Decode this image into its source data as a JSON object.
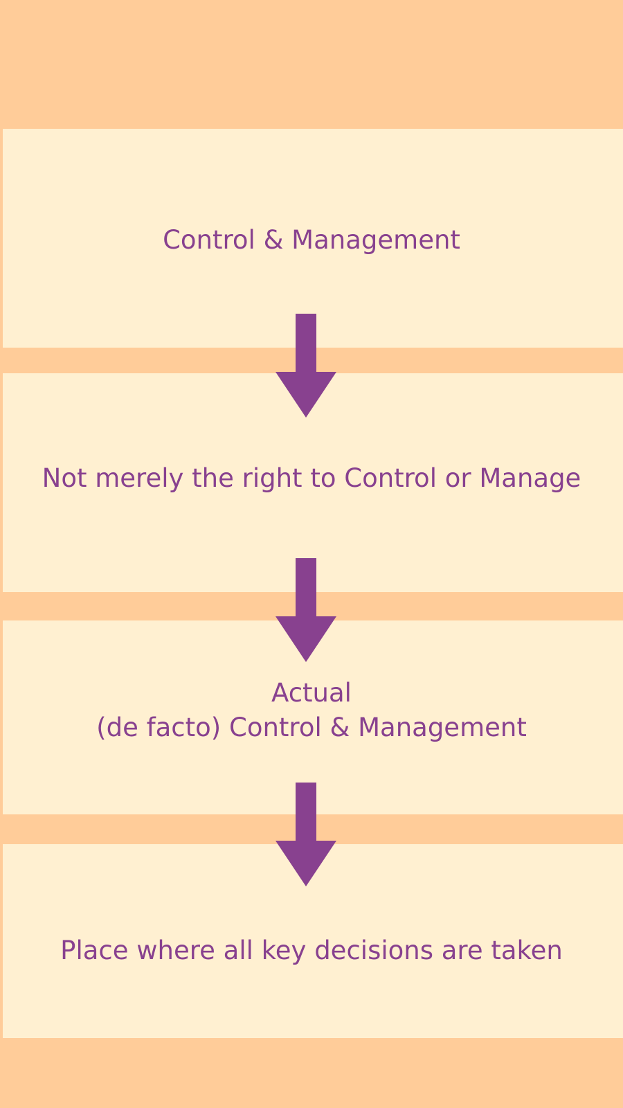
{
  "colors": {
    "background": "#ffcc99",
    "panel": "#fff0d1",
    "text": "#88418f",
    "arrow": "#88418f"
  },
  "steps": [
    {
      "label": "Control & Management"
    },
    {
      "label": "Not merely the right to Control or Manage"
    },
    {
      "label": "Actual\n(de facto) Control & Management"
    },
    {
      "label": "Place where  all key decisions are taken"
    }
  ],
  "icons": {
    "connector": "arrow-down-icon"
  }
}
